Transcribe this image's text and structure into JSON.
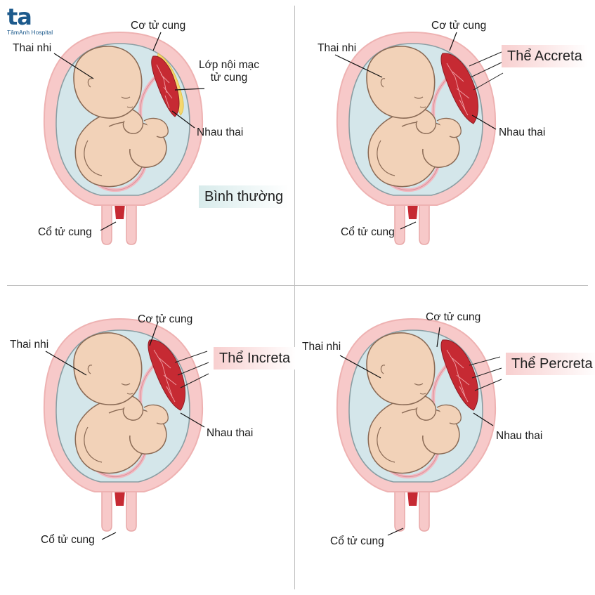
{
  "logo": {
    "mark": "ta",
    "subtitle": "TâmAnh Hospital"
  },
  "labels": {
    "fetus": "Thai nhi",
    "myometrium": "Cơ tử cung",
    "endometrium": "Lớp nội mạc\ntử cung",
    "placenta": "Nhau thai",
    "cervix": "Cổ tử cung"
  },
  "panels": [
    {
      "id": "normal",
      "type_label": "Bình thường"
    },
    {
      "id": "accreta",
      "type_label": "Thể Accreta"
    },
    {
      "id": "increta",
      "type_label": "Thể Increta"
    },
    {
      "id": "percreta",
      "type_label": "Thể Percreta"
    }
  ],
  "colors": {
    "uterus_wall": "#f7c9c9",
    "amniotic": "#d4e6ea",
    "fetus_skin": "#f2d2b8",
    "fetus_outline": "#8a6a55",
    "placenta": "#c62a33",
    "endometrium": "#f5d76e",
    "cord": "#f2b8bf",
    "cervix_plug": "#c62a33"
  }
}
